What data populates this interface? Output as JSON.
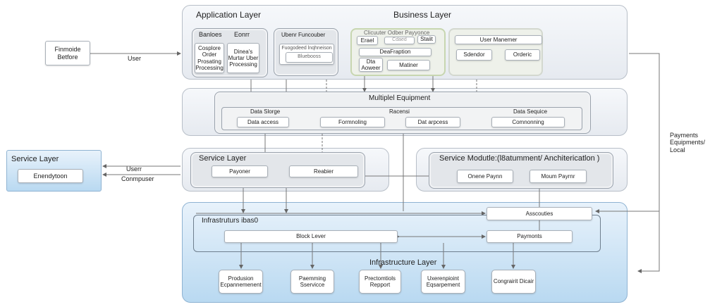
{
  "left": {
    "external_box": "Finmoide Betfore",
    "user_label": "User",
    "service_layer": {
      "title": "Service Layer",
      "item": "Enendytoon"
    },
    "arrow_labels": [
      "Userr",
      "Conmpuser"
    ]
  },
  "top": {
    "app_title": "Application Layer",
    "business_title": "Business Layer",
    "group1": {
      "headers": [
        "Banloes",
        "Eonrr"
      ],
      "boxes": [
        "Cosplore Order Prosating Processing",
        "Dinea's Murtar Uber Processing"
      ]
    },
    "group2": {
      "title": "Ubenr Funcouber",
      "inner": "Fuogodeed lnqhneison",
      "box": "Bluebooss"
    },
    "group3": {
      "header": "Clicuuter  Odber Payyonce",
      "items": [
        "Erael",
        "Cdaed",
        "Staiit",
        "DeaFraption",
        "Dta Aoweer",
        "Matiner"
      ]
    },
    "group4": {
      "items": [
        "User Manemer",
        "Sdendor",
        "Orderic"
      ]
    }
  },
  "equipment": {
    "title": "Multiplel Equipment",
    "labels": [
      "Data Slorge",
      "Racensi",
      "Data Sequice"
    ],
    "boxes": [
      "Data access",
      "Formnoling",
      "Dat arpcess",
      "Comnonning"
    ]
  },
  "service_mid": {
    "title": "Service Layer",
    "items": [
      "Payoner",
      "Reabier"
    ]
  },
  "service_modules": {
    "title": "Service Modutle:(l8atumment/ Anchitericatlon )",
    "items": [
      "Onene Paynn",
      "Moum Payrnr"
    ]
  },
  "infra": {
    "inner_title": "Infrastruturs ibas0",
    "asscouties": "Asscouties",
    "block": "Block Lever",
    "payments": "Paymonts",
    "layer_title": "Infrastructure Layer",
    "bottom": [
      "Produsion Ecpannemenent",
      "Paemming Sservicce",
      "Prectomtiols Repport",
      "Uxerenpioint Eqsarpement",
      "Congrairit Dicair"
    ]
  },
  "right_label": "Payments Equipments/ Local"
}
